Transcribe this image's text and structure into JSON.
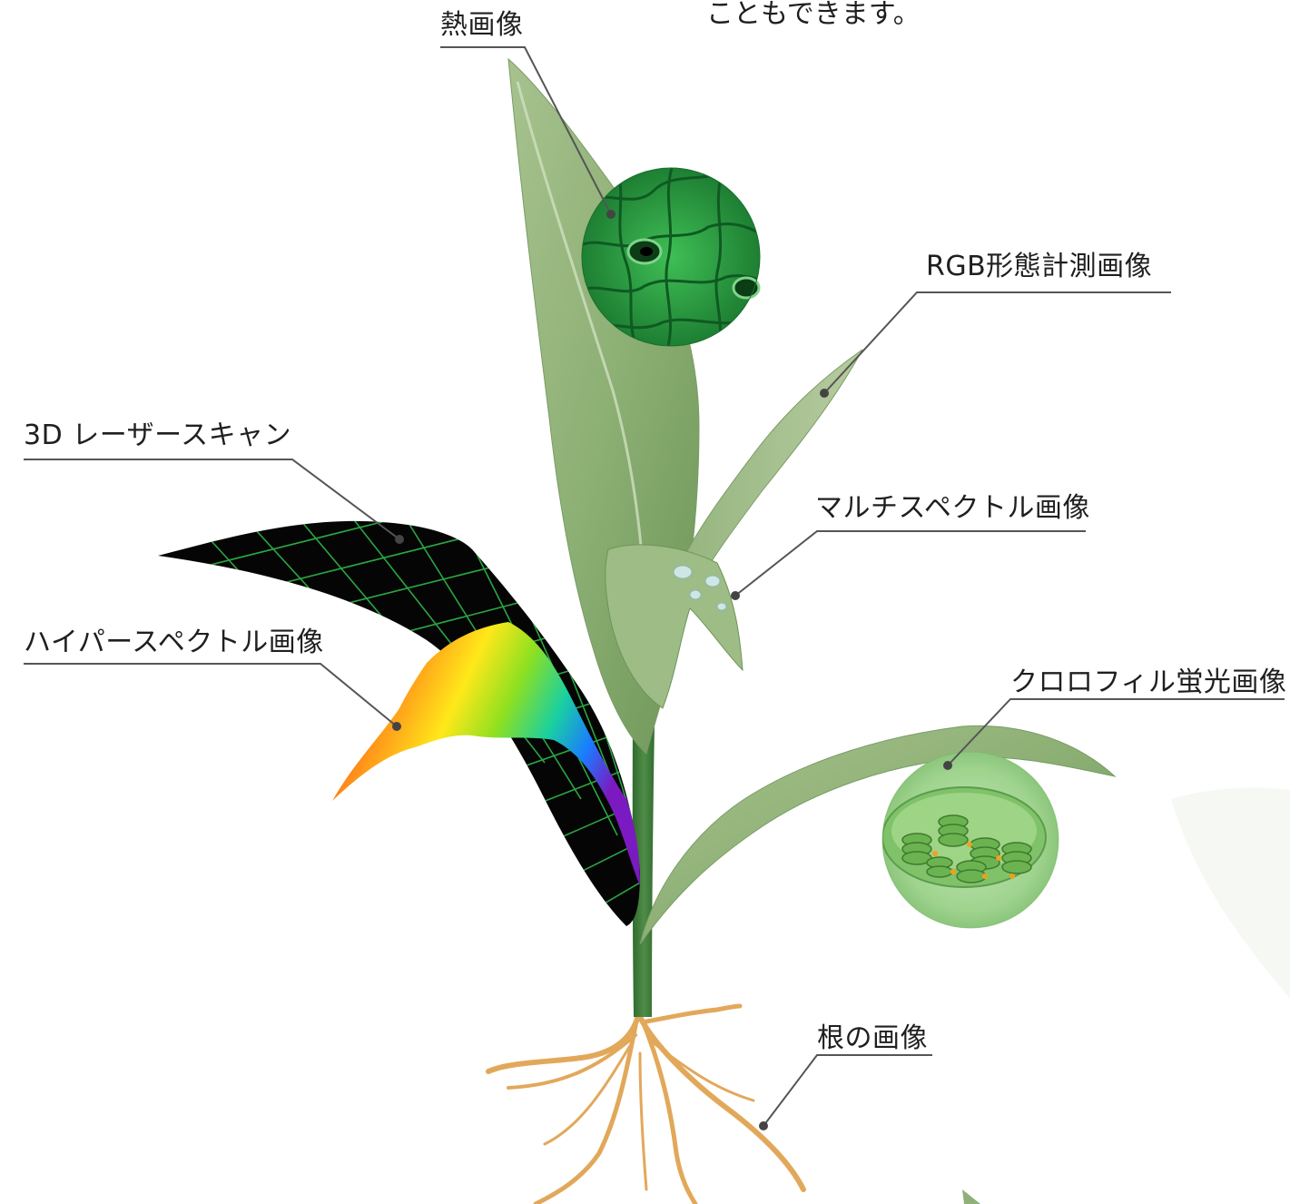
{
  "intro_tail": "こともできます。",
  "labels": {
    "thermal": "熱画像",
    "rgb": "RGB形態計測画像",
    "laser3d": "3D レーザースキャン",
    "multispectral": "マルチスペクトル画像",
    "hyperspectral": "ハイパースペクトル画像",
    "chlorophyll": "クロロフィル蛍光画像",
    "root": "根の画像"
  },
  "colors": {
    "leaf": "#8fb078",
    "leaf_dark": "#5f8a4a",
    "stem": "#3f7a3c",
    "root": "#e2a85a",
    "leader_line": "#555555",
    "underline": "#666666",
    "laser_leaf": "#050505",
    "laser_grid": "#2fb84a",
    "thermal_cell": "#2fa14a",
    "chloroplast_bubble": "#a8d89a"
  }
}
